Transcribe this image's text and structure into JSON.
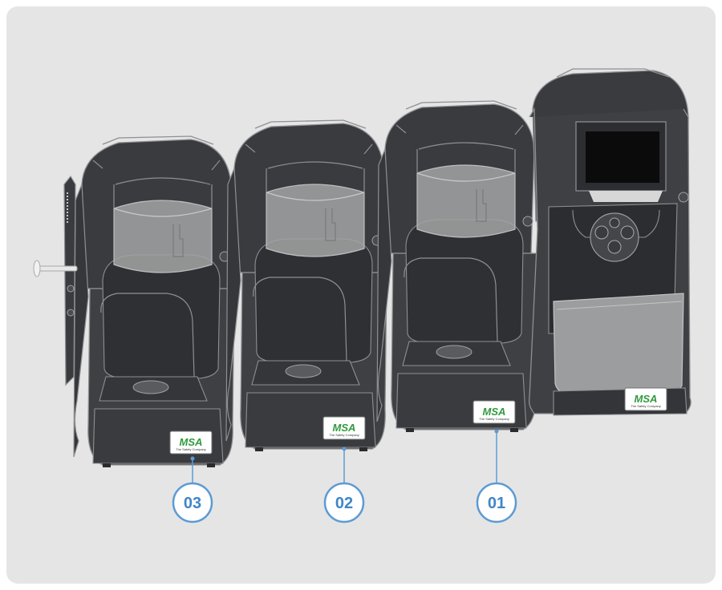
{
  "brand": {
    "logo_text": "MSA",
    "tagline": "The Safety Company",
    "logo_color": "#2f9a3c"
  },
  "callouts": [
    {
      "id": "03",
      "label": "03"
    },
    {
      "id": "02",
      "label": "02"
    },
    {
      "id": "01",
      "label": "01"
    }
  ],
  "colors": {
    "panel_bg": "#e5e5e5",
    "device_body": "#3f4043",
    "device_outline": "#9a9b9e",
    "band": "#9d9e9f",
    "callout": "#5b9bd5"
  },
  "icons": [
    "bump-test-station-icon",
    "calibration-station-icon",
    "gas-inlet-fitting-icon"
  ]
}
